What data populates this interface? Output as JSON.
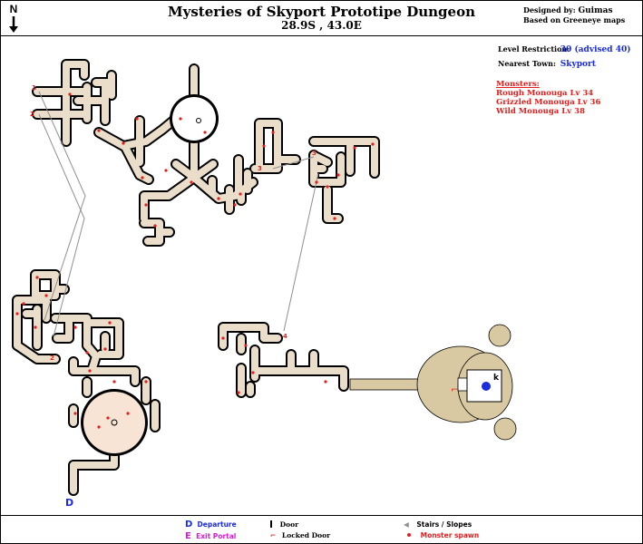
{
  "header": {
    "compass_letter": "N",
    "title": "Mysteries of Skyport Prototipe Dungeon",
    "coordinates": "28.9S , 43.0E",
    "designed_by_label": "Designed by:",
    "designed_by": "Guimas",
    "based_on": "Based on Greeneye maps"
  },
  "info": {
    "level_restriction_label": "Level Restriction:",
    "level_restriction": "30 (advised 40)",
    "nearest_town_label": "Nearest Town:",
    "nearest_town": "Skyport"
  },
  "monsters": {
    "title": "Monsters:",
    "items": [
      "Rough Monouga Lv 34",
      "Grizzled Monouga Lv 36",
      "Wild Monouga Lv 38"
    ]
  },
  "map_labels": {
    "departure_marker": "D",
    "key_marker": "k",
    "stair_numbers": [
      "1",
      "2",
      "3",
      "4"
    ]
  },
  "legend": {
    "departure_letter": "D",
    "departure": "Departure",
    "exit_letter": "E",
    "exit": "Exit Portal",
    "door": "Door",
    "locked_door": "Locked Door",
    "stairs": "Stairs / Slopes",
    "monster_spawn": "Monster spawn"
  },
  "colors": {
    "corridor_fill": "#eaddc9",
    "corridor_border": "#000000",
    "room_fill": "#d9c9a2",
    "monster": "#e51d1d",
    "departure": "#1a2be0",
    "exit": "#d21fd2",
    "stairs_line": "#8f8f8f"
  }
}
